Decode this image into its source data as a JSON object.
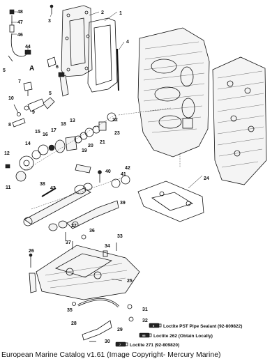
{
  "caption": "European Marine Catalog v1.61 (Image Copyright- Mercury Marine)",
  "marker_A": "A",
  "callouts": {
    "c1": "1",
    "c2": "2",
    "c3": "3",
    "c4": "4",
    "c5": "5",
    "c5b": "5",
    "c6": "6",
    "c7": "7",
    "c8": "8",
    "c9": "9",
    "c10": "10",
    "c11": "11",
    "c12": "12",
    "c13": "13",
    "c14": "14",
    "c15": "15",
    "c16": "16",
    "c17": "17",
    "c18": "18",
    "c19": "19",
    "c20": "20",
    "c21": "21",
    "c22": "22",
    "c23": "23",
    "c24": "24",
    "c25": "25",
    "c26": "26",
    "c27": "27",
    "c28": "28",
    "c29": "29",
    "c30": "30",
    "c31": "31",
    "c32": "32",
    "c33": "33",
    "c34": "34",
    "c35": "35",
    "c36": "36",
    "c37": "37",
    "c38": "38",
    "c39": "39",
    "c40": "40",
    "c41": "41",
    "c42": "42",
    "c43": "43",
    "c44": "44",
    "c46": "46",
    "c47": "47",
    "c48": "48"
  },
  "legend": [
    {
      "code": "9",
      "label": "Loctite PST Pipe Sealant (92-809822)"
    },
    {
      "code": "95",
      "label": "Loctite 262 (Obtain Locally)"
    },
    {
      "code": "7",
      "label": "Loctite 271 (92-809820)"
    }
  ]
}
